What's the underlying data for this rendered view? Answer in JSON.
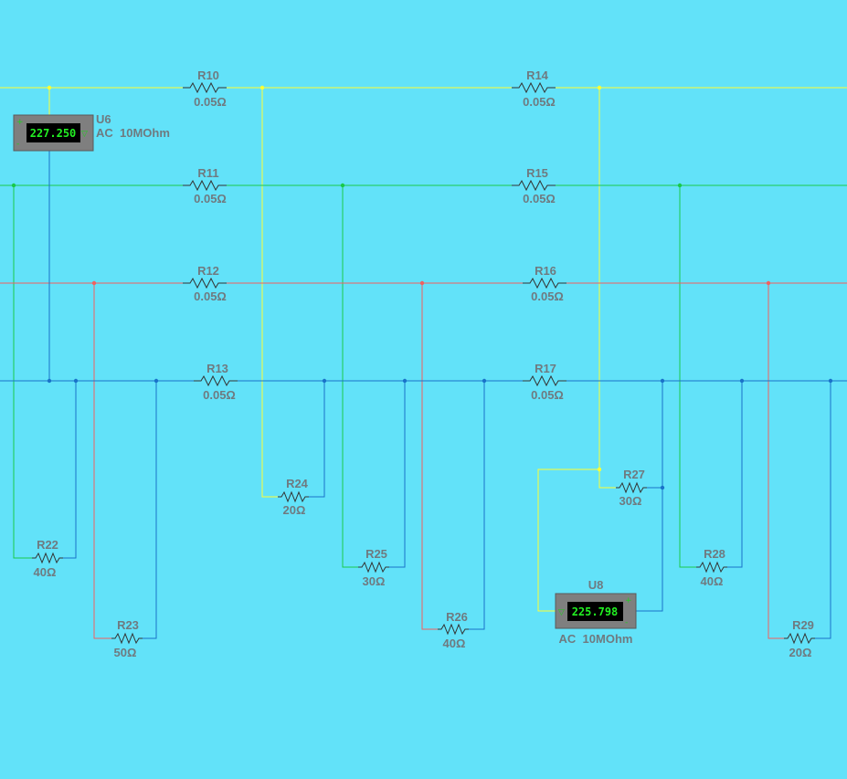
{
  "colors": {
    "background": "#62E2F9",
    "line_a": "#FFFF33",
    "line_b": "#19C94A",
    "line_c": "#F2605F",
    "neutral": "#1A73C9",
    "label": "#6F7A80",
    "meter_body": "#7F7F7F",
    "meter_screen": "#000000",
    "meter_digits": "#22F022"
  },
  "series_resistors": [
    {
      "name": "R10",
      "value": "0.05Ω"
    },
    {
      "name": "R11",
      "value": "0.05Ω"
    },
    {
      "name": "R12",
      "value": "0.05Ω"
    },
    {
      "name": "R13",
      "value": "0.05Ω"
    },
    {
      "name": "R14",
      "value": "0.05Ω"
    },
    {
      "name": "R15",
      "value": "0.05Ω"
    },
    {
      "name": "R16",
      "value": "0.05Ω"
    },
    {
      "name": "R17",
      "value": "0.05Ω"
    }
  ],
  "load_resistors": [
    {
      "name": "R22",
      "value": "40Ω"
    },
    {
      "name": "R23",
      "value": "50Ω"
    },
    {
      "name": "R24",
      "value": "20Ω"
    },
    {
      "name": "R25",
      "value": "30Ω"
    },
    {
      "name": "R26",
      "value": "40Ω"
    },
    {
      "name": "R27",
      "value": "30Ω"
    },
    {
      "name": "R28",
      "value": "40Ω"
    },
    {
      "name": "R29",
      "value": "20Ω"
    }
  ],
  "meters": [
    {
      "name": "U6",
      "reading": "227.250",
      "mode": "AC  10MOhm",
      "plus": "+",
      "minus": "-"
    },
    {
      "name": "U8",
      "reading": "225.798",
      "mode": "AC  10MOhm",
      "plus": "+",
      "minus": "-"
    }
  ]
}
